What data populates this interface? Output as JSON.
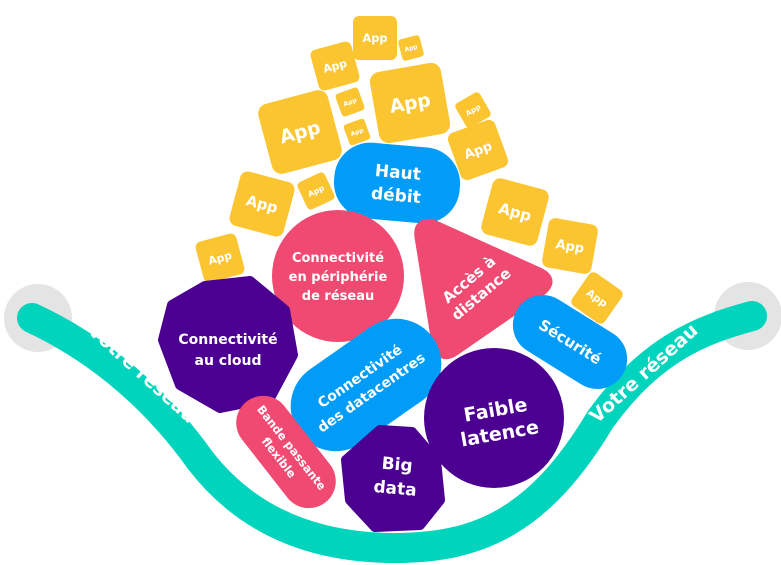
{
  "colors": {
    "teal": "#00d4bd",
    "purple": "#4b0091",
    "pink": "#f04a72",
    "blue": "#009cf7",
    "yellow": "#fbc531",
    "gray": "#e4e4e4"
  },
  "network_label_left": "Votre réseau",
  "network_label_right": "Votre réseau",
  "app_label": "App",
  "bubbles": {
    "haut_debit": [
      "Haut",
      "débit"
    ],
    "peripherie": [
      "Connectivité",
      "en périphérie",
      "de réseau"
    ],
    "acces": [
      "Accès à",
      "distance"
    ],
    "cloud": [
      "Connectivité",
      "au cloud"
    ],
    "securite": "Sécurité",
    "datacentres": [
      "Connectivité",
      "des datacentres"
    ],
    "latence": [
      "Faible",
      "latence"
    ],
    "bande": [
      "Bande passante",
      "flexible"
    ],
    "bigdata": [
      "Big",
      "data"
    ]
  }
}
